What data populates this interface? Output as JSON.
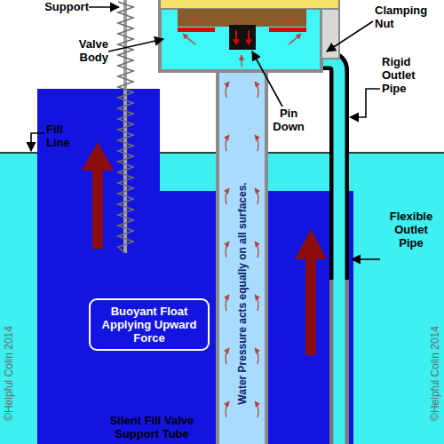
{
  "diagram": {
    "nodes": [
      {
        "text": [
          "Buoyant Float Applying Upward Force"
        ]
      }
    ],
    "labels": [
      "Support",
      "Valve Body",
      "Fill Line",
      "Pin Down",
      "Clamping Nut",
      "Rigid Outlet Pipe",
      "Flexible Outlet Pipe",
      "Water Pressure acts equally on all surfaces.",
      "Silent Fill Valve Support Tube",
      "©Helpful Colin 2014",
      "©Helpful Colin 2014"
    ]
  }
}
